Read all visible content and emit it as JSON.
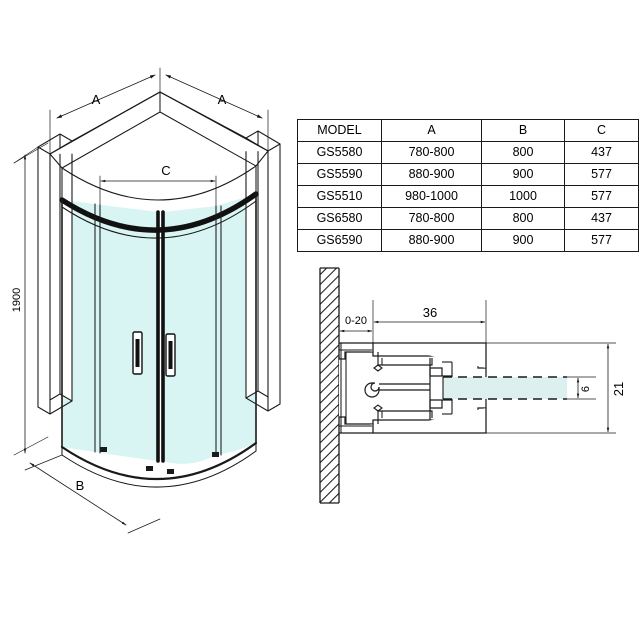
{
  "sheet": {
    "title": "Quadrant shower enclosure technical drawing",
    "background_color": "#ffffff",
    "line_color": "#1a1a1a",
    "glass_color": "#d8f5f4",
    "profile_glass_color": "#dcf0f0"
  },
  "enclosure_view": {
    "name": "quadrant-shower-enclosure-isometric",
    "labels": {
      "a_left": "A",
      "a_right": "A",
      "c_top": "C",
      "b_bottom": "B",
      "height_left": "1900"
    },
    "parts": {
      "left_wall_post": "left-wall-profile",
      "right_wall_post": "right-wall-profile",
      "fixed_panel_left": "fixed-glass-panel-left",
      "fixed_panel_right": "fixed-glass-panel-right",
      "sliding_door_left": "sliding-door-left",
      "sliding_door_right": "sliding-door-right",
      "handle_left": "door-handle-left",
      "handle_right": "door-handle-right",
      "curved_top_rail": "curved-top-rail",
      "curved_bottom_rail": "curved-bottom-rail"
    }
  },
  "spec_table": {
    "name": "model-specification-table",
    "headers": [
      "MODEL",
      "A",
      "B",
      "C"
    ],
    "rows": [
      {
        "model": "GS5580",
        "a": "780-800",
        "b": "800",
        "c": "437"
      },
      {
        "model": "GS5590",
        "a": "880-900",
        "b": "900",
        "c": "577"
      },
      {
        "model": "GS5510",
        "a": "980-1000",
        "b": "1000",
        "c": "577"
      },
      {
        "model": "GS6580",
        "a": "780-800",
        "b": "800",
        "c": "437"
      },
      {
        "model": "GS6590",
        "a": "880-900",
        "b": "900",
        "c": "577"
      }
    ]
  },
  "profile_detail": {
    "name": "wall-profile-cross-section-detail",
    "dimensions": {
      "wall_gap": "0-20",
      "profile_width": "36",
      "glass_thickness": "6",
      "profile_height": "21"
    },
    "elements": {
      "wall": "hatched-wall",
      "extrusion": "aluminium-wall-profile-extrusion",
      "glass": "glass-panel-insert",
      "glass_dashed_outline": "glass-panel-dashed-extension"
    }
  }
}
